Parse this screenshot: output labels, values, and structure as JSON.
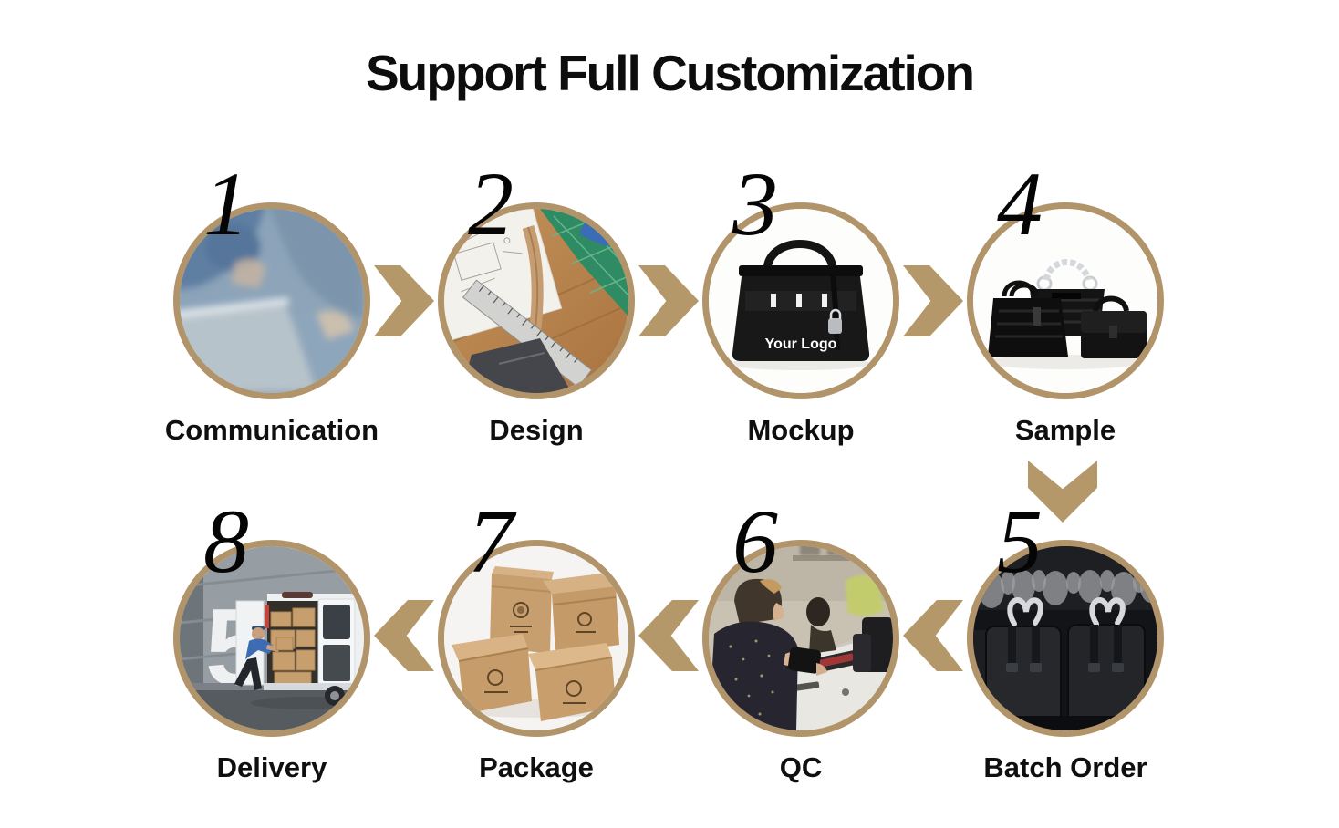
{
  "title": "Support Full Customization",
  "colors": {
    "accent_gold": "#b4986a",
    "text": "#0f0f0f",
    "background": "#ffffff"
  },
  "icons": {
    "forward": "chevron-right-icon",
    "backward": "chevron-left-icon",
    "downward": "chevron-down-icon"
  },
  "steps": [
    {
      "number": "1",
      "label": "Communication",
      "photo": "people-discussing-over-laptop"
    },
    {
      "number": "2",
      "label": "Design",
      "photo": "sketchbook-ruler-cutting-mat-on-wood-desk"
    },
    {
      "number": "3",
      "label": "Mockup",
      "photo": "black-handbag-with-logo",
      "overlay_text": "Your Logo"
    },
    {
      "number": "4",
      "label": "Sample",
      "photo": "three-black-sample-handbags"
    },
    {
      "number": "5",
      "label": "Batch Order",
      "photo": "racks-of-wrapped-black-bags"
    },
    {
      "number": "6",
      "label": "QC",
      "photo": "staff-inspecting-finished-bags"
    },
    {
      "number": "7",
      "label": "Package",
      "photo": "kraft-cardboard-shipping-boxes"
    },
    {
      "number": "8",
      "label": "Delivery",
      "photo": "loading-boxes-into-white-van",
      "wall_text": "5"
    }
  ]
}
